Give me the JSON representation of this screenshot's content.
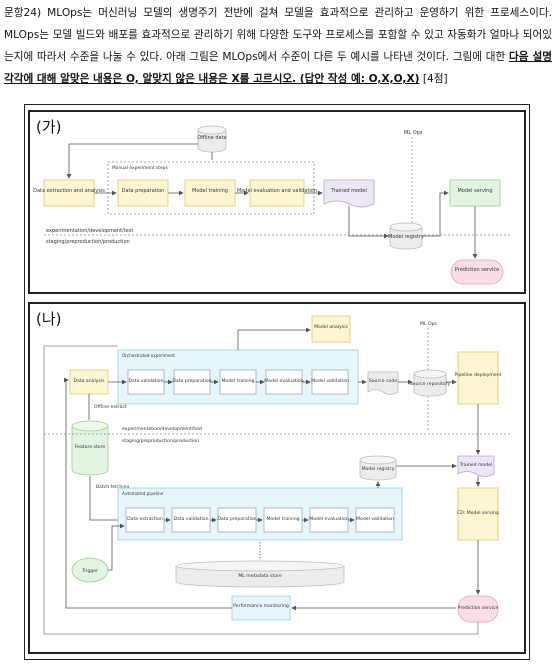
{
  "question": {
    "intro": "문항24) MLOps는 머신러닝 모델의 생명주기 전반에 걸쳐 모델을 효과적으로 관리하고 운영하기 위한 프로세스이다. MLOps는 모델 빌드와 배포를 효과적으로 관리하기 위해 다양한 도구와 프로세스를 포함할 수 있고 자동화가 얼마나 되어있는지에 따라서 수준을 나눌 수 있다. 아래 그림은 MLOps에서 수준이 다른 두 예시를 나타낸 것이다. 그림에 대한 ",
    "highlight": "다음 설명 각각에 대해 알맞은 내용은 O, 알맞지 않은 내용은 X를 고르시오. (답안 작성 예: O,X,O,X)",
    "points": " [4점]"
  },
  "panel_a": {
    "label": "(가)",
    "offline_data": "Offline data",
    "ml_ops": "ML   Ops",
    "manual_steps": "Manual experiment steps",
    "data_extraction": "Data extraction and analysis",
    "data_preparation": "Data preparation",
    "model_training": "Model training",
    "model_eval": "Model evaluation and validation",
    "trained_model": "Trained model",
    "model_serving": "Model serving",
    "env_top": "experimentation/development/test",
    "env_bottom": "staging/preproduction/production",
    "model_registry": "Model registry",
    "prediction_service": "Prediction service"
  },
  "panel_b": {
    "label": "(나)",
    "model_analysis": "Model analysis",
    "ml_ops": "ML   Ops",
    "orchestrated": "Orchestrated experiment",
    "data_analysis": "Data analysis",
    "data_validation": "Data validation",
    "data_preparation": "Data preparation",
    "model_training": "Model training",
    "model_evaluation": "Model evaluation",
    "model_validation": "Model validation",
    "source_code": "Source code",
    "source_repository": "Source repository",
    "pipeline_deployment": "Pipeline deployment",
    "offline_extract": "Offline extract",
    "feature_store": "Feature store",
    "env_top": "experimentation/development/test",
    "env_bottom": "staging/preproduction/production",
    "model_registry": "Model registry",
    "trained_model": "Trained model",
    "batch_fetching": "Batch fetching",
    "automated_pipeline": "Automated pipeline",
    "data_extraction": "Data extraction",
    "cd_model_serving": "CD: Model serving",
    "trigger": "Trigger",
    "ml_metadata_store": "ML metadata store",
    "performance_monitoring": "Performance monitoring",
    "prediction_service": "Prediction service"
  },
  "colors": {
    "yellow_fill": "#fdf6d3",
    "yellow_stroke": "#e3c96a",
    "blue_fill": "#e6f6fb",
    "blue_stroke": "#8fd3ea",
    "purple_fill": "#ece6f5",
    "pink_fill": "#f9dfe5",
    "pink_stroke": "#e8a3b3",
    "green_fill": "#e4f4e2",
    "grey_fill": "#ececec"
  }
}
